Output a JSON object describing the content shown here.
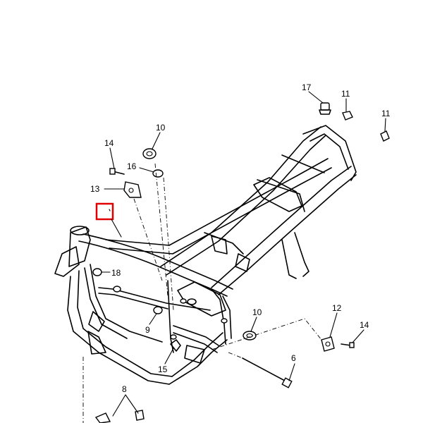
{
  "labels": {
    "c17": "17",
    "c11a": "11",
    "c11b": "11",
    "c10a": "10",
    "c14a": "14",
    "c16": "16",
    "c13": "13",
    "c18": "18",
    "c9": "9",
    "c10b": "10",
    "c12": "12",
    "c14b": "14",
    "c15": "15",
    "c6": "6",
    "c8": "8"
  },
  "colors": {
    "line": "#000000",
    "highlight": "#e00000",
    "background": "#ffffff"
  }
}
